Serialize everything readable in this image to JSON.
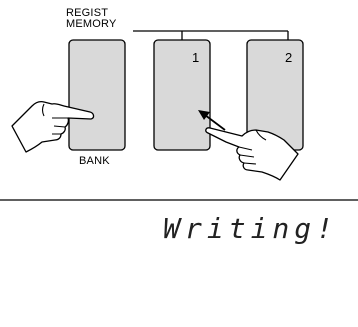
{
  "section_label_line1": "REGIST",
  "section_label_line2": "MEMORY",
  "bank_label": "BANK",
  "button_1_label": "1",
  "button_2_label": "2",
  "display_text": "Writing!",
  "colors": {
    "button_fill": "#d9d9d9",
    "button_stroke": "#000000",
    "hand_fill": "#ffffff"
  },
  "icons": [
    "pointing-hand-icon",
    "arrow-icon"
  ]
}
